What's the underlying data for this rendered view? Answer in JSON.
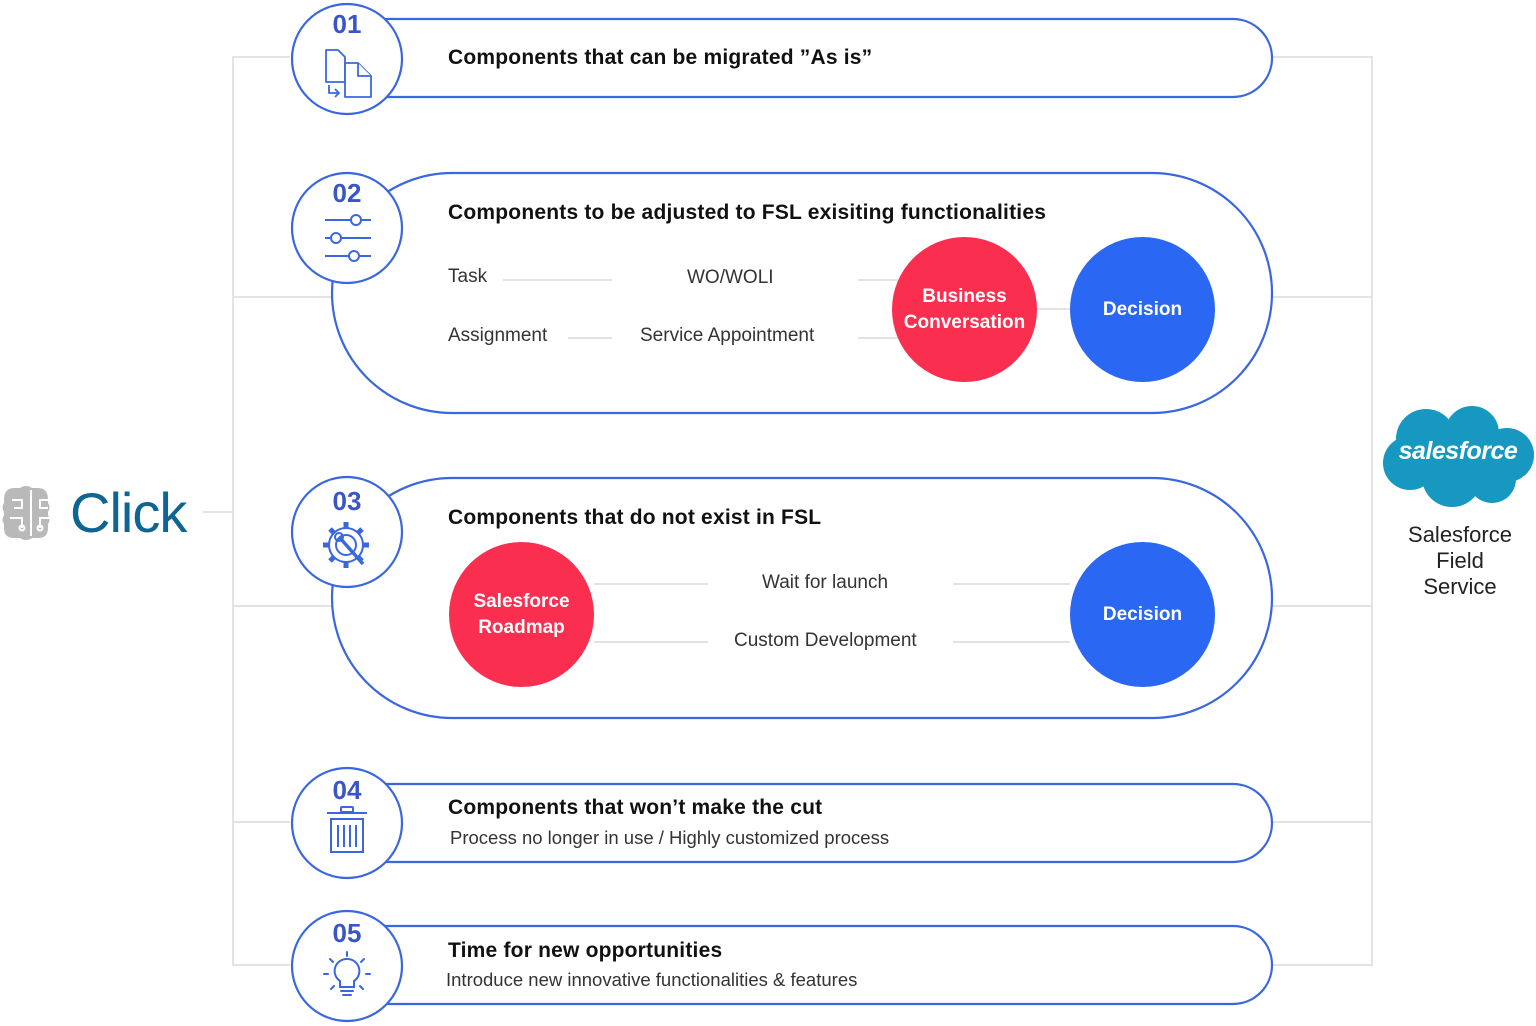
{
  "left_brand": {
    "name": "Click"
  },
  "right_brand": {
    "logo_text": "salesforce",
    "caption_lines": [
      "Salesforce",
      "Field",
      "Service"
    ]
  },
  "steps": [
    {
      "number": "01",
      "icon": "copy-files-icon",
      "title": "Components that can be migrated ”As is”"
    },
    {
      "number": "02",
      "icon": "sliders-icon",
      "title": "Components to be adjusted to FSL exisiting functionalities",
      "mappings": [
        {
          "from": "Task",
          "to": "WO/WOLI"
        },
        {
          "from": "Assignment",
          "to": "Service Appointment"
        }
      ],
      "action": "Business Conversation",
      "result": "Decision"
    },
    {
      "number": "03",
      "icon": "gear-wrench-icon",
      "title": "Components that do not exist in FSL",
      "source": "Salesforce Roadmap",
      "options": [
        "Wait for launch",
        "Custom Development"
      ],
      "result": "Decision"
    },
    {
      "number": "04",
      "icon": "trash-icon",
      "title": "Components that won’t make the cut",
      "subtitle": "Process no longer in use / Highly customized process"
    },
    {
      "number": "05",
      "icon": "lightbulb-icon",
      "title": "Time for new opportunities",
      "subtitle": "Introduce new innovative functionalities & features"
    }
  ],
  "colors": {
    "outline_blue": "#3a67e0",
    "number_blue": "#3a55c8",
    "action_red": "#fa2e4f",
    "decision_blue": "#2a67f2",
    "connector_gray": "#e3e3e3",
    "click_teal": "#0d6593",
    "salesforce_blue": "#1798c1"
  }
}
